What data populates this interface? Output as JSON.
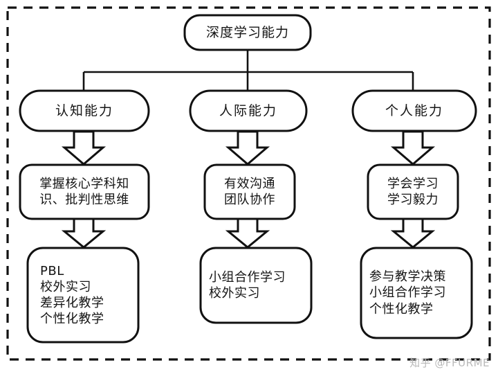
{
  "figure": {
    "title_node": "深度学习能力",
    "border_style": "dashed",
    "colors": {
      "stroke": "#111111",
      "fill": "#ffffff",
      "text": "#141414",
      "watermark": "#b9b9b9"
    }
  },
  "levels": {
    "root": {
      "label": "深度学习能力"
    },
    "capabilities": [
      {
        "id": "cognitive",
        "label": "认知能力"
      },
      {
        "id": "interpersonal",
        "label": "人际能力"
      },
      {
        "id": "personal",
        "label": "个人能力"
      }
    ],
    "skills": [
      {
        "id": "cognitive-skill",
        "line1": "掌握核心学科知",
        "line2": "识、批判性思维"
      },
      {
        "id": "interpersonal-skill",
        "line1": "有效沟通",
        "line2": "团队协作"
      },
      {
        "id": "personal-skill",
        "line1": "学会学习",
        "line2": "学习毅力"
      }
    ],
    "methods": [
      {
        "id": "cognitive-methods",
        "lines": [
          "PBL",
          "校外实习",
          "差异化教学",
          "个性化教学"
        ]
      },
      {
        "id": "interpersonal-methods",
        "lines": [
          "小组合作学习",
          "校外实习"
        ]
      },
      {
        "id": "personal-methods",
        "lines": [
          "参与教学决策",
          "小组合作学习",
          "个性化教学"
        ]
      }
    ]
  },
  "watermark": {
    "text": "知乎 @FFURME"
  }
}
